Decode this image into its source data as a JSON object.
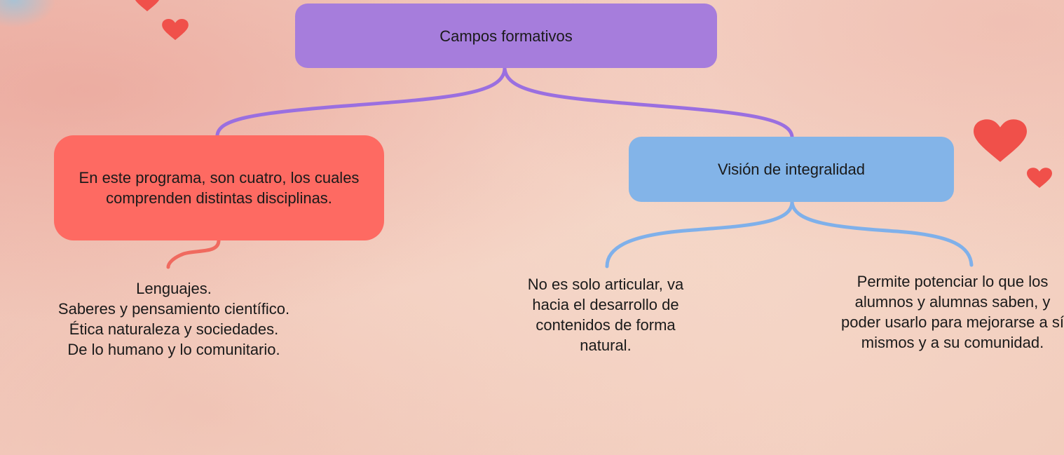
{
  "colors": {
    "root": "#a67ddc",
    "left_box": "#fe6a62",
    "right_box": "#83b4e8",
    "connector_purple": "#9a6fe0",
    "connector_red": "#f06a5f",
    "connector_blue": "#7fb0ea",
    "heart": "#f0504a"
  },
  "root": {
    "label": "Campos formativos"
  },
  "left": {
    "label": "En este programa, son cuatro, los cuales comprenden distintas disciplinas.",
    "children": {
      "lines": [
        "Lenguajes.",
        "Saberes y pensamiento científico.",
        "Ética naturaleza y sociedades.",
        "De lo humano y lo comunitario."
      ]
    }
  },
  "right": {
    "label": "Visión de integralidad",
    "children": {
      "articular": "No es solo articular, va hacia el desarrollo de contenidos de forma natural.",
      "permite": "Permite potenciar lo que los alumnos y alumnas saben, y poder usarlo para mejorarse a sí mismos y a su comunidad."
    }
  },
  "decorations": [
    "heart-icon",
    "heart-icon",
    "heart-icon",
    "heart-icon"
  ]
}
